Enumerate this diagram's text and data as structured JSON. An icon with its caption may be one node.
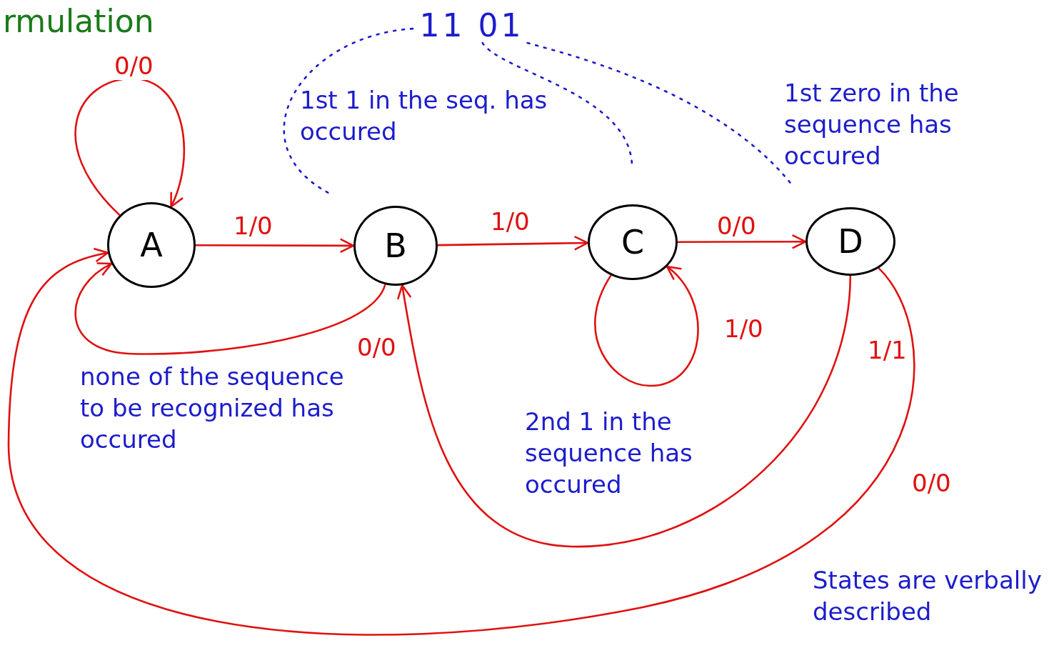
{
  "diagram": {
    "title": "rmulation",
    "nodes": [
      {
        "text": [
          "A"
        ]
      },
      {
        "text": [
          "B"
        ]
      },
      {
        "text": [
          "C"
        ]
      },
      {
        "text": [
          "D"
        ]
      },
      {
        "text": [
          "11 01"
        ]
      }
    ],
    "edges": [
      {
        "from": 0,
        "to": 0,
        "arrow": "to",
        "label": "0/0"
      },
      {
        "from": 0,
        "to": 1,
        "arrow": "to",
        "label": "1/0"
      },
      {
        "from": 1,
        "to": 2,
        "arrow": "to",
        "label": "1/0"
      },
      {
        "from": 2,
        "to": 3,
        "arrow": "to",
        "label": "0/0"
      },
      {
        "from": 1,
        "to": 0,
        "arrow": "to",
        "label": "0/0"
      },
      {
        "from": 2,
        "to": 2,
        "arrow": "to",
        "label": "1/0"
      },
      {
        "from": 3,
        "to": 1,
        "arrow": "to",
        "label": "1/1"
      },
      {
        "from": 3,
        "to": 0,
        "arrow": "to",
        "label": "0/0"
      },
      {
        "from": 4,
        "to": 1,
        "arrow": "none",
        "style": "dashed",
        "color": "#1c1ccc"
      },
      {
        "from": 4,
        "to": 2,
        "arrow": "none",
        "style": "dashed",
        "color": "#1c1ccc"
      },
      {
        "from": 4,
        "to": 3,
        "arrow": "none",
        "style": "dashed",
        "color": "#1c1ccc"
      }
    ],
    "labels": [
      "1st 1 in the seq. has occured",
      "1st zero in the sequence has occured",
      "none of the sequence to be recognized has occured",
      "2nd 1 in the sequence has occured",
      "States are verbally described"
    ]
  }
}
